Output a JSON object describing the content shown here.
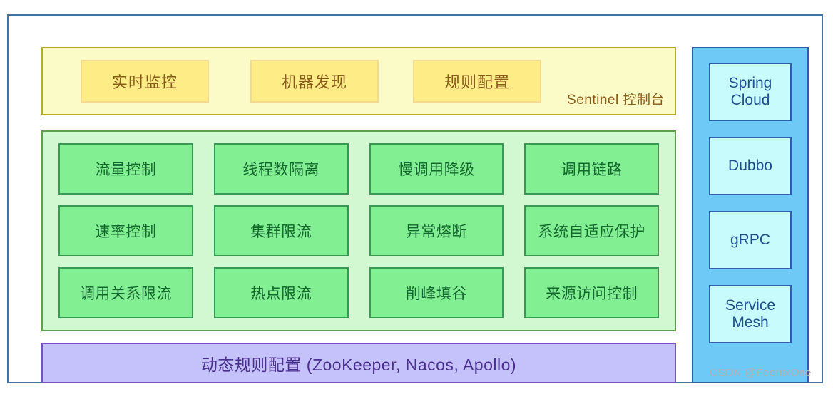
{
  "diagram": {
    "console": {
      "label": "Sentinel 控制台",
      "buttons": [
        {
          "label": "实时监控"
        },
        {
          "label": "机器发现"
        },
        {
          "label": "规则配置"
        }
      ]
    },
    "capabilities": {
      "cells": [
        {
          "label": "流量控制"
        },
        {
          "label": "线程数隔离"
        },
        {
          "label": "慢调用降级"
        },
        {
          "label": "调用链路"
        },
        {
          "label": "速率控制"
        },
        {
          "label": "集群限流"
        },
        {
          "label": "异常熔断"
        },
        {
          "label": "系统自适应保护"
        },
        {
          "label": "调用关系限流"
        },
        {
          "label": "热点限流"
        },
        {
          "label": "削峰填谷"
        },
        {
          "label": "来源访问控制"
        }
      ]
    },
    "rules_bar": {
      "label": "动态规则配置 (ZooKeeper, Nacos, Apollo)"
    },
    "adapters": {
      "items": [
        {
          "label": "Spring Cloud"
        },
        {
          "label": "Dubbo"
        },
        {
          "label": "gRPC"
        },
        {
          "label": "Service Mesh"
        }
      ]
    },
    "watermark": "CSDN @FeenixOne",
    "colors": {
      "frame_border": "#4472a8",
      "console_bg": "#fbfbc8",
      "console_border": "#b5ae21",
      "console_btn_bg": "#feec87",
      "console_btn_border": "#f5d98f",
      "console_text": "#8a5a18",
      "capability_panel_bg": "#d2f8d2",
      "capability_panel_border": "#5f9e4e",
      "capability_cell_bg": "#82ef92",
      "capability_cell_border": "#3b9957",
      "capability_text": "#14672e",
      "rules_bg": "#c5c2fb",
      "rules_border": "#7a52c8",
      "rules_text": "#4a2f8f",
      "adapter_panel_bg": "#6ec9f7",
      "adapter_cell_bg": "#c8fbfb",
      "adapter_border": "#2e5fa8",
      "adapter_text": "#1d4f8f",
      "watermark_text": "#b0b0b0"
    }
  }
}
